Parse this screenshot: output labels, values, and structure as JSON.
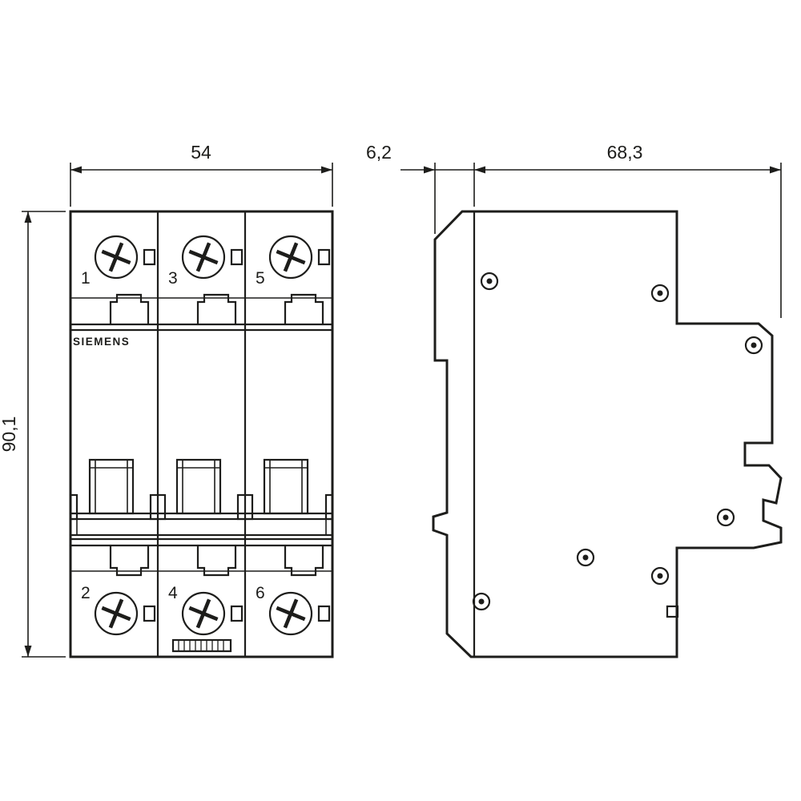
{
  "colors": {
    "line": "#1d1d1b",
    "background": "#ffffff"
  },
  "brand_label": "SIEMENS",
  "front_view": {
    "dim_width": "54",
    "dim_height": "90,1",
    "top_terminals": [
      "1",
      "3",
      "5"
    ],
    "bottom_terminals": [
      "2",
      "4",
      "6"
    ]
  },
  "side_view": {
    "dim_front_depth": "6,2",
    "dim_total_depth": "68,3"
  }
}
